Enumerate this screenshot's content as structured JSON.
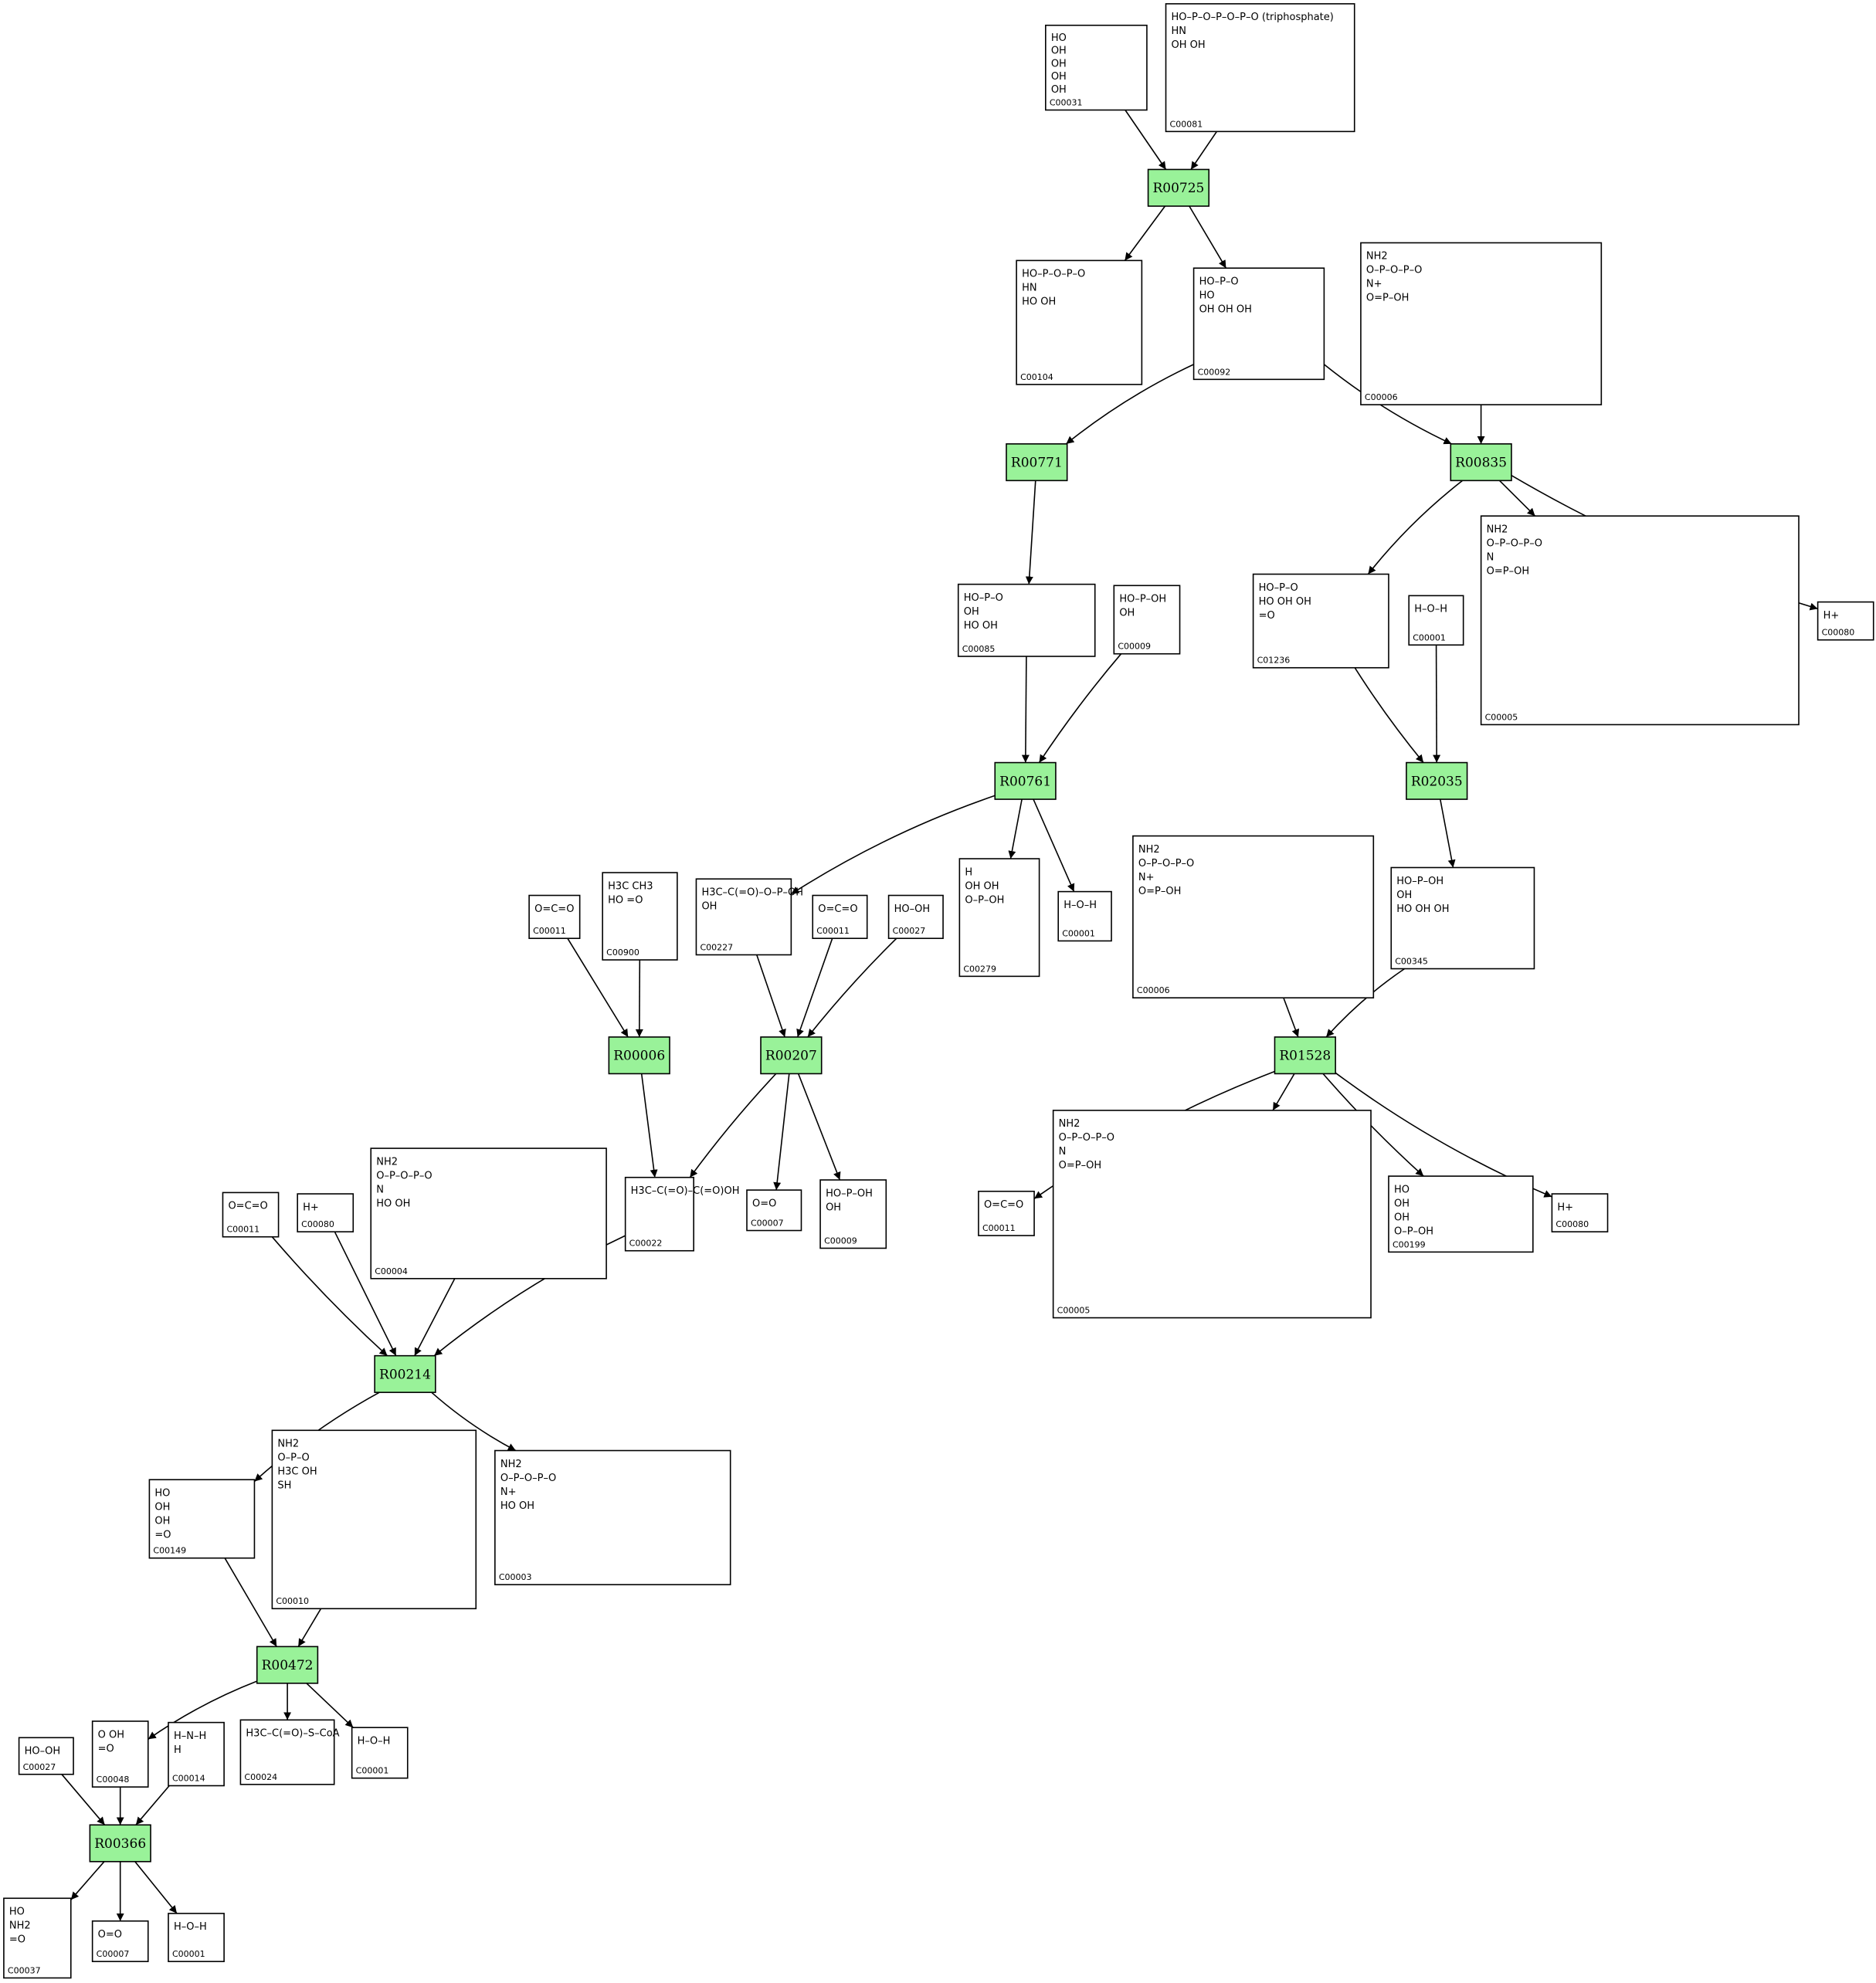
{
  "colors": {
    "reaction_fill": "#99f299",
    "stroke": "#000000",
    "background": "#ffffff"
  },
  "reactions": [
    {
      "id": "R00725",
      "label": "R00725"
    },
    {
      "id": "R00771",
      "label": "R00771"
    },
    {
      "id": "R00835",
      "label": "R00835"
    },
    {
      "id": "R00761",
      "label": "R00761"
    },
    {
      "id": "R02035",
      "label": "R02035"
    },
    {
      "id": "R00006",
      "label": "R00006"
    },
    {
      "id": "R00207",
      "label": "R00207"
    },
    {
      "id": "R01528",
      "label": "R01528"
    },
    {
      "id": "R00214",
      "label": "R00214"
    },
    {
      "id": "R00472",
      "label": "R00472"
    },
    {
      "id": "R00366",
      "label": "R00366"
    }
  ],
  "compounds": [
    {
      "id": "c1",
      "label": "C00031",
      "formula": "HO  ·  OH  ·  OH  ·  OH  ·  OH"
    },
    {
      "id": "c2",
      "label": "C00081",
      "formula": "HO–P–O–P–O–P–O (triphosphate)  ·  HN  ·  OH  OH"
    },
    {
      "id": "c3",
      "label": "C00104",
      "formula": "HO–P–O–P–O  ·  HN  ·  HO  OH"
    },
    {
      "id": "c4",
      "label": "C00092",
      "formula": "HO–P–O  ·  HO  ·  OH  OH  OH"
    },
    {
      "id": "c5",
      "label": "C00006",
      "formula": "NH2  ·  O–P–O–P–O  ·  N+  ·  O=P–OH"
    },
    {
      "id": "c6",
      "label": "C00085",
      "formula": "HO–P–O  ·  OH  ·  HO  OH"
    },
    {
      "id": "c7",
      "label": "C00009",
      "formula": "HO–P–OH  ·  OH"
    },
    {
      "id": "c8",
      "label": "C01236",
      "formula": "HO–P–O  ·  HO  OH  OH  ·  =O"
    },
    {
      "id": "c9",
      "label": "C00001",
      "formula": "H–O–H"
    },
    {
      "id": "c10",
      "label": "C00005",
      "formula": "NH2  ·  O–P–O–P–O  ·  N  ·  O=P–OH"
    },
    {
      "id": "c11",
      "label": "C00080",
      "formula": "H+"
    },
    {
      "id": "c12",
      "label": "C00011",
      "formula": "O=C=O"
    },
    {
      "id": "c13",
      "label": "C00900",
      "formula": "H3C  CH3  ·  HO  =O"
    },
    {
      "id": "c14",
      "label": "C00227",
      "formula": "H3C–C(=O)–O–P–OH  ·  OH"
    },
    {
      "id": "c15",
      "label": "C00011",
      "formula": "O=C=O"
    },
    {
      "id": "c16",
      "label": "C00027",
      "formula": "HO–OH"
    },
    {
      "id": "c17",
      "label": "C00279",
      "formula": "H  ·  OH  OH  ·  O–P–OH"
    },
    {
      "id": "c18",
      "label": "C00001",
      "formula": "H–O–H"
    },
    {
      "id": "c19",
      "label": "C00006",
      "formula": "NH2  ·  O–P–O–P–O  ·  N+  ·  O=P–OH"
    },
    {
      "id": "c20",
      "label": "C00345",
      "formula": "HO–P–OH  ·  OH  ·  HO  OH  OH"
    },
    {
      "id": "c21",
      "label": "C00022",
      "formula": "H3C–C(=O)–C(=O)OH"
    },
    {
      "id": "c22",
      "label": "C00007",
      "formula": "O=O"
    },
    {
      "id": "c23",
      "label": "C00009",
      "formula": "HO–P–OH  ·  OH"
    },
    {
      "id": "c24",
      "label": "C00011",
      "formula": "O=C=O"
    },
    {
      "id": "c25",
      "label": "C00005",
      "formula": "NH2  ·  O–P–O–P–O  ·  N  ·  O=P–OH"
    },
    {
      "id": "c26",
      "label": "C00199",
      "formula": "HO  ·  OH  ·  OH  ·  O–P–OH"
    },
    {
      "id": "c27",
      "label": "C00080",
      "formula": "H+"
    },
    {
      "id": "c28",
      "label": "C00011",
      "formula": "O=C=O"
    },
    {
      "id": "c29",
      "label": "C00080",
      "formula": "H+"
    },
    {
      "id": "c30",
      "label": "C00004",
      "formula": "NH2  ·  O–P–O–P–O  ·  N  ·  HO  OH"
    },
    {
      "id": "c31",
      "label": "C00149",
      "formula": "HO  ·  OH  ·  OH  ·  =O"
    },
    {
      "id": "c32",
      "label": "C00010",
      "formula": "NH2  ·  O–P–O  ·  H3C  OH  ·  SH"
    },
    {
      "id": "c33",
      "label": "C00003",
      "formula": "NH2  ·  O–P–O–P–O  ·  N+  ·  HO  OH"
    },
    {
      "id": "c34",
      "label": "C00027",
      "formula": "HO–OH"
    },
    {
      "id": "c35",
      "label": "C00048",
      "formula": "O  OH  ·  =O"
    },
    {
      "id": "c36",
      "label": "C00014",
      "formula": "H–N–H  ·  H"
    },
    {
      "id": "c37",
      "label": "C00024",
      "formula": "H3C–C(=O)–S–CoA"
    },
    {
      "id": "c38",
      "label": "C00001",
      "formula": "H–O–H"
    },
    {
      "id": "c39",
      "label": "C00037",
      "formula": "HO  ·  NH2  ·  =O"
    },
    {
      "id": "c40",
      "label": "C00007",
      "formula": "O=O"
    },
    {
      "id": "c41",
      "label": "C00001",
      "formula": "H–O–H"
    }
  ],
  "edges": [
    [
      "c1",
      "R00725"
    ],
    [
      "c2",
      "R00725"
    ],
    [
      "R00725",
      "c3"
    ],
    [
      "R00725",
      "c4"
    ],
    [
      "c4",
      "R00771"
    ],
    [
      "c4",
      "R00835"
    ],
    [
      "c5",
      "R00835"
    ],
    [
      "R00835",
      "c8"
    ],
    [
      "R00835",
      "c10"
    ],
    [
      "R00835",
      "c11"
    ],
    [
      "R00771",
      "c6"
    ],
    [
      "c6",
      "R00761"
    ],
    [
      "c7",
      "R00761"
    ],
    [
      "c8",
      "R02035"
    ],
    [
      "c9",
      "R02035"
    ],
    [
      "R02035",
      "c20"
    ],
    [
      "R00761",
      "c14"
    ],
    [
      "R00761",
      "c17"
    ],
    [
      "R00761",
      "c18"
    ],
    [
      "c12",
      "R00006"
    ],
    [
      "c13",
      "R00006"
    ],
    [
      "R00006",
      "c21"
    ],
    [
      "c14",
      "R00207"
    ],
    [
      "c15",
      "R00207"
    ],
    [
      "c16",
      "R00207"
    ],
    [
      "R00207",
      "c21"
    ],
    [
      "R00207",
      "c22"
    ],
    [
      "R00207",
      "c23"
    ],
    [
      "c19",
      "R01528"
    ],
    [
      "c20",
      "R01528"
    ],
    [
      "R01528",
      "c24"
    ],
    [
      "R01528",
      "c25"
    ],
    [
      "R01528",
      "c26"
    ],
    [
      "R01528",
      "c27"
    ],
    [
      "c28",
      "R00214"
    ],
    [
      "c29",
      "R00214"
    ],
    [
      "c30",
      "R00214"
    ],
    [
      "c21",
      "R00214"
    ],
    [
      "R00214",
      "c31"
    ],
    [
      "R00214",
      "c33"
    ],
    [
      "c31",
      "R00472"
    ],
    [
      "c32",
      "R00472"
    ],
    [
      "R00472",
      "c35"
    ],
    [
      "R00472",
      "c37"
    ],
    [
      "R00472",
      "c38"
    ],
    [
      "c34",
      "R00366"
    ],
    [
      "c35",
      "R00366"
    ],
    [
      "c36",
      "R00366"
    ],
    [
      "R00366",
      "c39"
    ],
    [
      "R00366",
      "c40"
    ],
    [
      "R00366",
      "c41"
    ]
  ]
}
